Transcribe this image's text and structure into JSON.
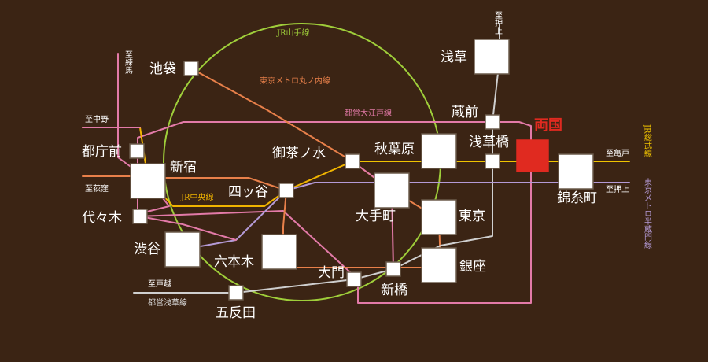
{
  "colors": {
    "background": "#3b2414",
    "station_fill": "#ffffff",
    "station_stroke": "#6b5a4a",
    "highlight": "#e02a20",
    "yamanote": "#9fce3a",
    "chuo": "#f0b400",
    "sobu": "#f0c400",
    "marunouchi": "#e8804a",
    "oedo": "#e37aa8",
    "hanzomon": "#b49ad6",
    "asakusa_line": "#cfcfcf"
  },
  "stations": {
    "asakusa": "浅草",
    "kuramae": "蔵前",
    "asakusabashi": "浅草橋",
    "ryogoku": "両国",
    "kinshicho": "錦糸町",
    "ikebukuro": "池袋",
    "ochanomizu": "御茶ノ水",
    "akihabara": "秋葉原",
    "tochomae": "都庁前",
    "shinjuku": "新宿",
    "yotsuya": "四ッ谷",
    "otemachi": "大手町",
    "tokyo": "東京",
    "yoyogi": "代々木",
    "shibuya": "渋谷",
    "roppongi": "六本木",
    "ginza": "銀座",
    "daimon": "大門",
    "shimbashi": "新橋",
    "gotanda": "五反田"
  },
  "line_labels": {
    "yamanote": "JR山手線",
    "marunouchi": "東京メトロ丸ノ内線",
    "oedo": "都営大江戸線",
    "chuo": "JR中央線",
    "sobu": "JR総武線",
    "hanzomon": "東京メトロ半蔵門線",
    "asakusa_line": "都営浅草線"
  },
  "directions": {
    "oshiage_north": "至押上",
    "nerima": "至練馬",
    "nakano": "至中野",
    "ogikubo": "至荻窪",
    "kameido": "至亀戸",
    "oshiage_east": "至押上",
    "togoshi": "至戸越"
  }
}
